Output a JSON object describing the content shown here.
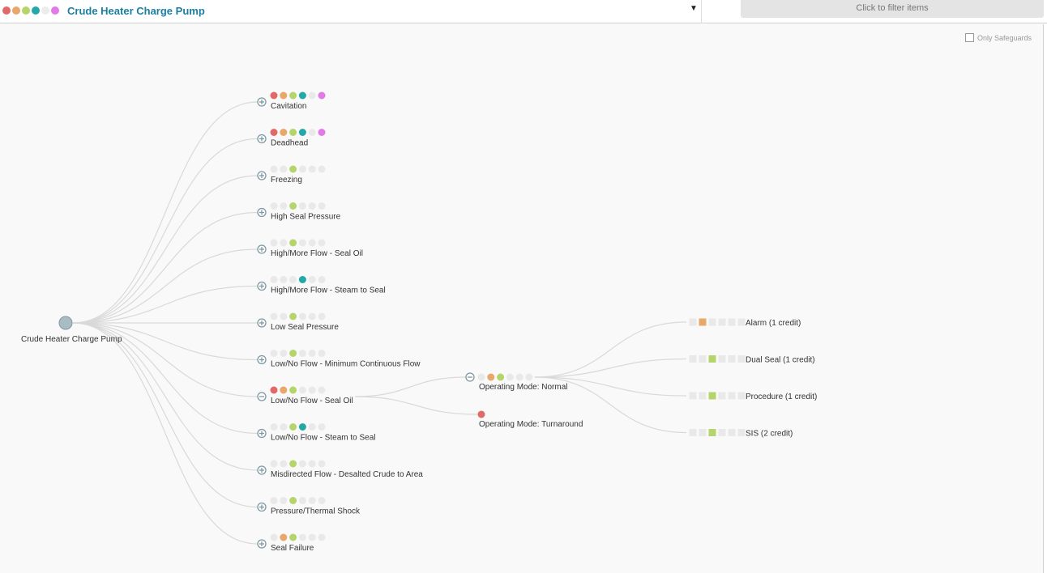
{
  "header": {
    "title": "Crude Heater Charge Pump",
    "filter_placeholder": "Click to filter items",
    "dots": [
      "#e06a6a",
      "#e8a86a",
      "#b5d56a",
      "#23a8a8",
      "#ececec",
      "#e17ae6"
    ]
  },
  "options": {
    "only_safeguards_label": "Only Safeguards",
    "only_safeguards_checked": false
  },
  "colors": {
    "red": "#e06a6a",
    "orange": "#e8a86a",
    "green": "#b5d56a",
    "teal": "#23a8a8",
    "pink": "#e17ae6",
    "empty": "#e9e9e9",
    "edge": "#d9d9d9",
    "node_fill": "#a9bcc4",
    "node_stroke": "#7e98a3"
  },
  "root": {
    "label": "Crude Heater Charge Pump"
  },
  "deviations": [
    {
      "label": "Cavitation",
      "dots": [
        "red",
        "orange",
        "green",
        "teal",
        "empty",
        "pink"
      ],
      "expanded": false
    },
    {
      "label": "Deadhead",
      "dots": [
        "red",
        "orange",
        "green",
        "teal",
        "empty",
        "pink"
      ],
      "expanded": false
    },
    {
      "label": "Freezing",
      "dots": [
        "empty",
        "empty",
        "green",
        "empty",
        "empty",
        "empty"
      ],
      "expanded": false
    },
    {
      "label": "High Seal Pressure",
      "dots": [
        "empty",
        "empty",
        "green",
        "empty",
        "empty",
        "empty"
      ],
      "expanded": false
    },
    {
      "label": "High/More Flow - Seal Oil",
      "dots": [
        "empty",
        "empty",
        "green",
        "empty",
        "empty",
        "empty"
      ],
      "expanded": false
    },
    {
      "label": "High/More Flow - Steam to Seal",
      "dots": [
        "empty",
        "empty",
        "empty",
        "teal",
        "empty",
        "empty"
      ],
      "expanded": false
    },
    {
      "label": "Low Seal Pressure",
      "dots": [
        "empty",
        "empty",
        "green",
        "empty",
        "empty",
        "empty"
      ],
      "expanded": false
    },
    {
      "label": "Low/No Flow - Minimum Continuous Flow",
      "dots": [
        "empty",
        "empty",
        "green",
        "empty",
        "empty",
        "empty"
      ],
      "expanded": false
    },
    {
      "label": "Low/No Flow - Seal Oil",
      "dots": [
        "red",
        "orange",
        "green",
        "empty",
        "empty",
        "empty"
      ],
      "expanded": true
    },
    {
      "label": "Low/No Flow - Steam to Seal",
      "dots": [
        "empty",
        "empty",
        "green",
        "teal",
        "empty",
        "empty"
      ],
      "expanded": false
    },
    {
      "label": "Misdirected Flow - Desalted Crude to Area",
      "dots": [
        "empty",
        "empty",
        "green",
        "empty",
        "empty",
        "empty"
      ],
      "expanded": false
    },
    {
      "label": "Pressure/Thermal Shock",
      "dots": [
        "empty",
        "empty",
        "green",
        "empty",
        "empty",
        "empty"
      ],
      "expanded": false
    },
    {
      "label": "Seal Failure",
      "dots": [
        "empty",
        "orange",
        "green",
        "empty",
        "empty",
        "empty"
      ],
      "expanded": false
    }
  ],
  "causes": [
    {
      "label": "Operating Mode: Normal",
      "dots": [
        "empty",
        "orange",
        "green",
        "empty",
        "empty",
        "empty"
      ],
      "expanded": true
    },
    {
      "label": "Operating Mode: Turnaround",
      "dots": [
        "red"
      ],
      "expanded": false
    }
  ],
  "safeguards": [
    {
      "label": "Alarm (1 credit)",
      "squares": [
        "empty",
        "orange",
        "empty",
        "empty",
        "empty",
        "empty"
      ]
    },
    {
      "label": "Dual Seal (1 credit)",
      "squares": [
        "empty",
        "empty",
        "green",
        "empty",
        "empty",
        "empty"
      ]
    },
    {
      "label": "Procedure (1 credit)",
      "squares": [
        "empty",
        "empty",
        "green",
        "empty",
        "empty",
        "empty"
      ]
    },
    {
      "label": "SIS (2 credit)",
      "squares": [
        "empty",
        "empty",
        "green",
        "empty",
        "empty",
        "empty"
      ]
    }
  ]
}
